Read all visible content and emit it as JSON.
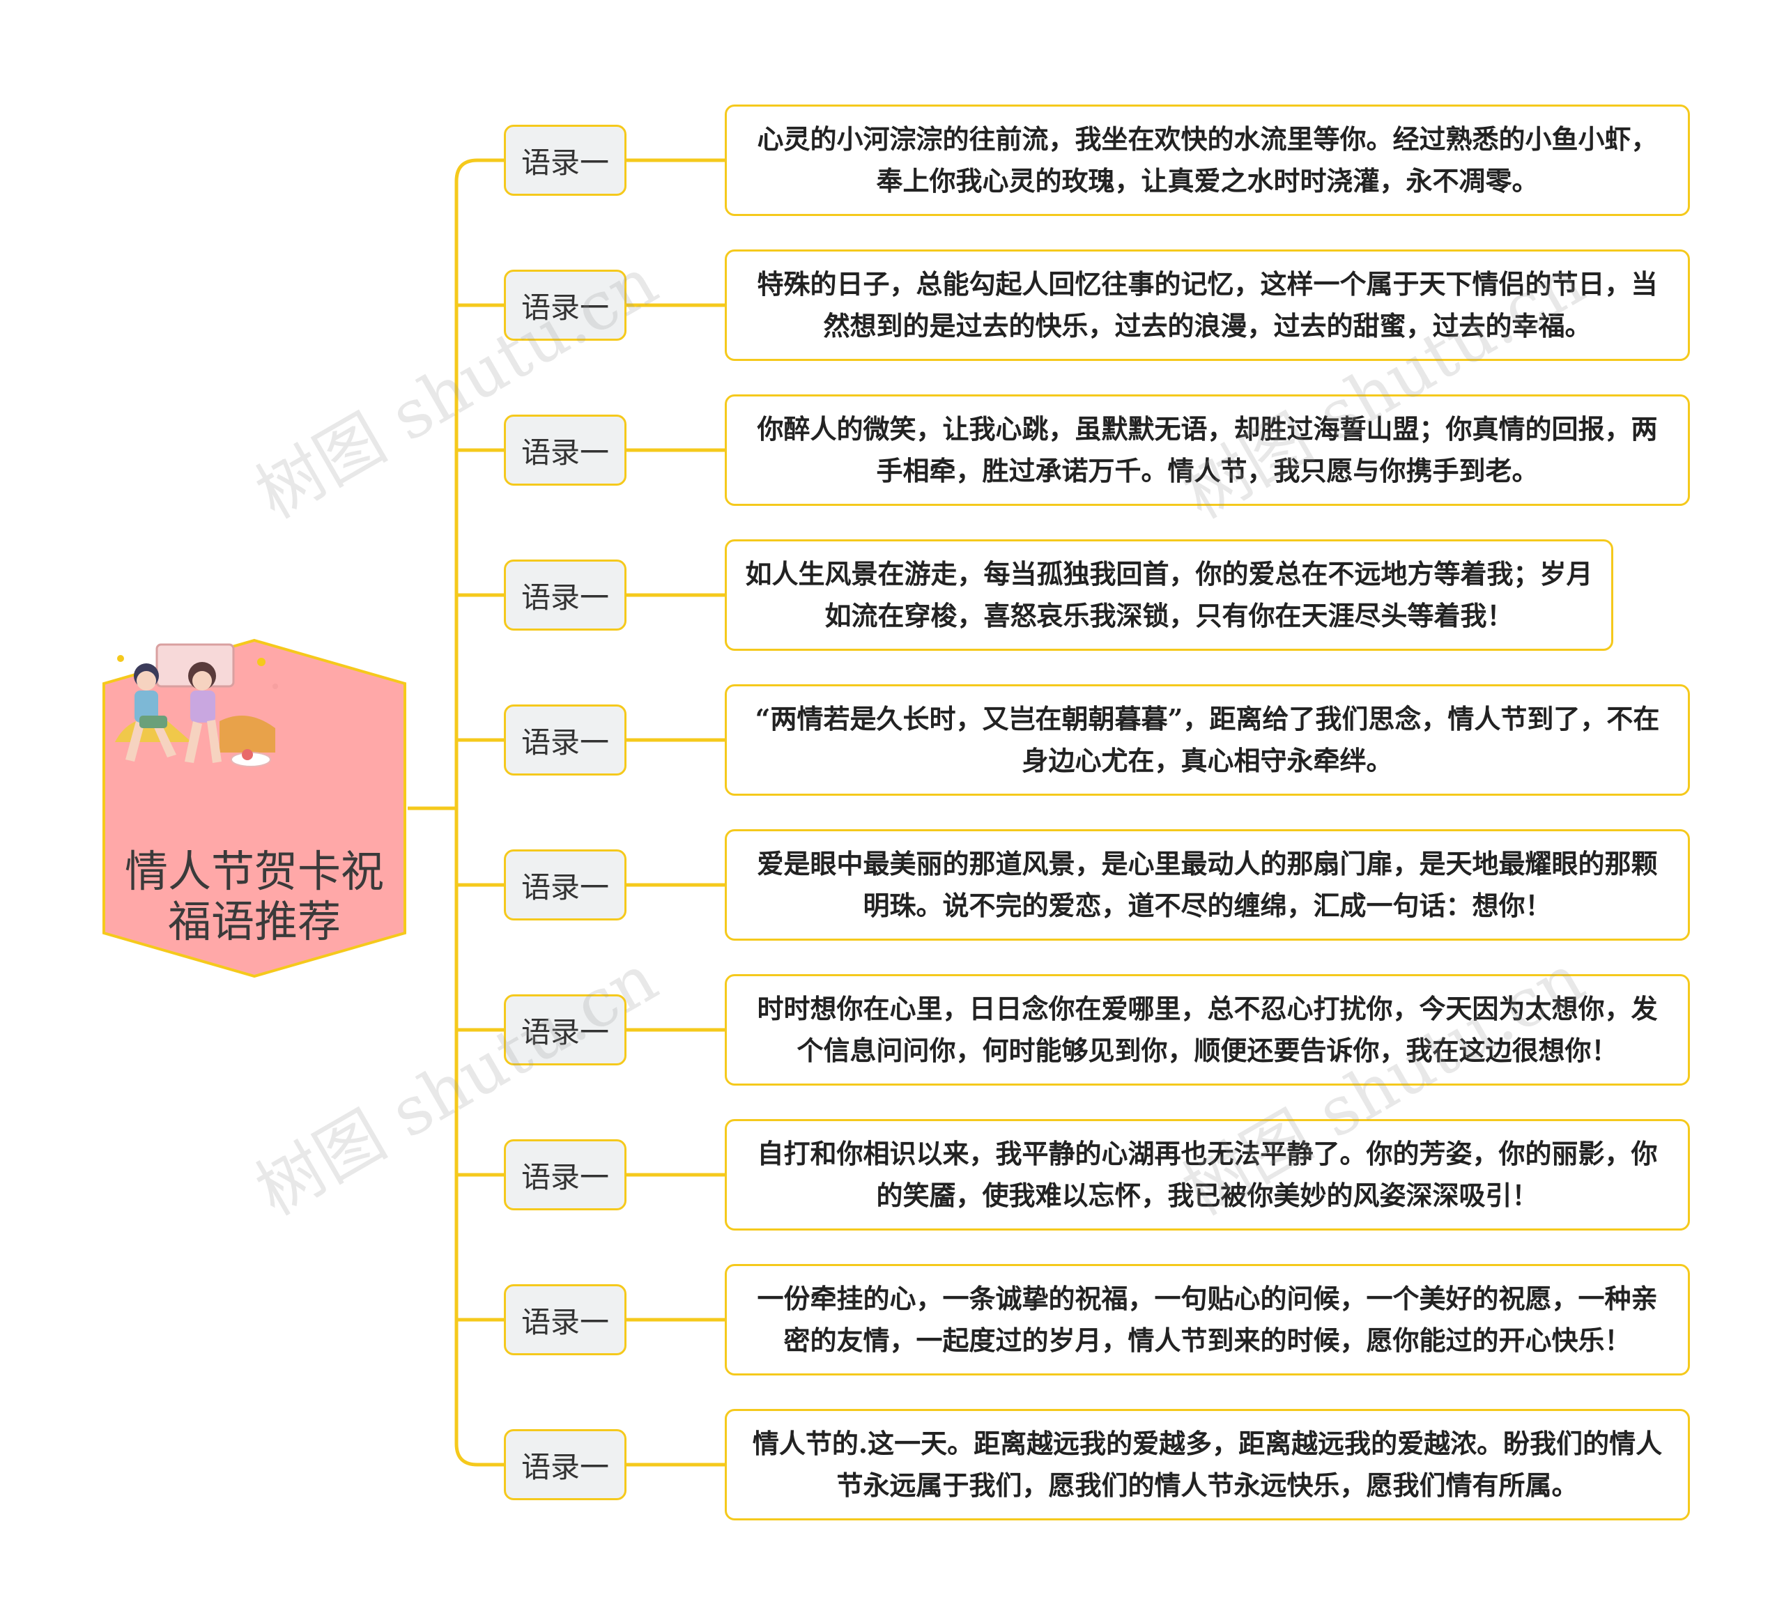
{
  "root": {
    "title": "情人节贺卡祝福语推荐",
    "illustration": "couple-illustration"
  },
  "branches": [
    {
      "label": "语录一",
      "text": "心灵的小河淙淙的往前流，我坐在欢快的水流里等你。经过熟悉的小鱼小虾，奉上你我心灵的玫瑰，让真爱之水时时浇灌，永不凋零。"
    },
    {
      "label": "语录一",
      "text": "特殊的日子，总能勾起人回忆往事的记忆，这样一个属于天下情侣的节日，当然想到的是过去的快乐，过去的浪漫，过去的甜蜜，过去的幸福。"
    },
    {
      "label": "语录一",
      "text": "你醉人的微笑，让我心跳，虽默默无语，却胜过海誓山盟；你真情的回报，两手相牵，胜过承诺万千。情人节，我只愿与你携手到老。"
    },
    {
      "label": "语录一",
      "text": "如人生风景在游走，每当孤独我回首，你的爱总在不远地方等着我；岁月如流在穿梭，喜怒哀乐我深锁，只有你在天涯尽头等着我！"
    },
    {
      "label": "语录一",
      "text": "“两情若是久长时，又岂在朝朝暮暮”，距离给了我们思念，情人节到了，不在身边心尤在，真心相守永牵绊。"
    },
    {
      "label": "语录一",
      "text": "爱是眼中最美丽的那道风景，是心里最动人的那扇门扉，是天地最耀眼的那颗明珠。说不完的爱恋，道不尽的缠绵，汇成一句话：想你！"
    },
    {
      "label": "语录一",
      "text": "时时想你在心里，日日念你在爱哪里，总不忍心打扰你，今天因为太想你，发个信息问问你，何时能够见到你，顺便还要告诉你，我在这边很想你！"
    },
    {
      "label": "语录一",
      "text": "自打和你相识以来，我平静的心湖再也无法平静了。你的芳姿，你的丽影，你的笑靥，使我难以忘怀，我已被你美妙的风姿深深吸引！"
    },
    {
      "label": "语录一",
      "text": "一份牵挂的心，一条诚挚的祝福，一句贴心的问候，一个美好的祝愿，一种亲密的友情，一起度过的岁月，情人节到来的时候，愿你能过的开心快乐！"
    },
    {
      "label": "语录一",
      "text": "情人节的.这一天。距离越远我的爱越多，距离越远我的爱越浓。盼我们的情人节永远属于我们，愿我们的情人节永远快乐，愿我们情有所属。"
    }
  ],
  "watermark": "树图 shutu.cn",
  "colors": {
    "connector": "#f5c91c",
    "root_fill": "#ffa8a8",
    "root_border": "#f5c91c",
    "label_fill": "#eff1f2"
  }
}
